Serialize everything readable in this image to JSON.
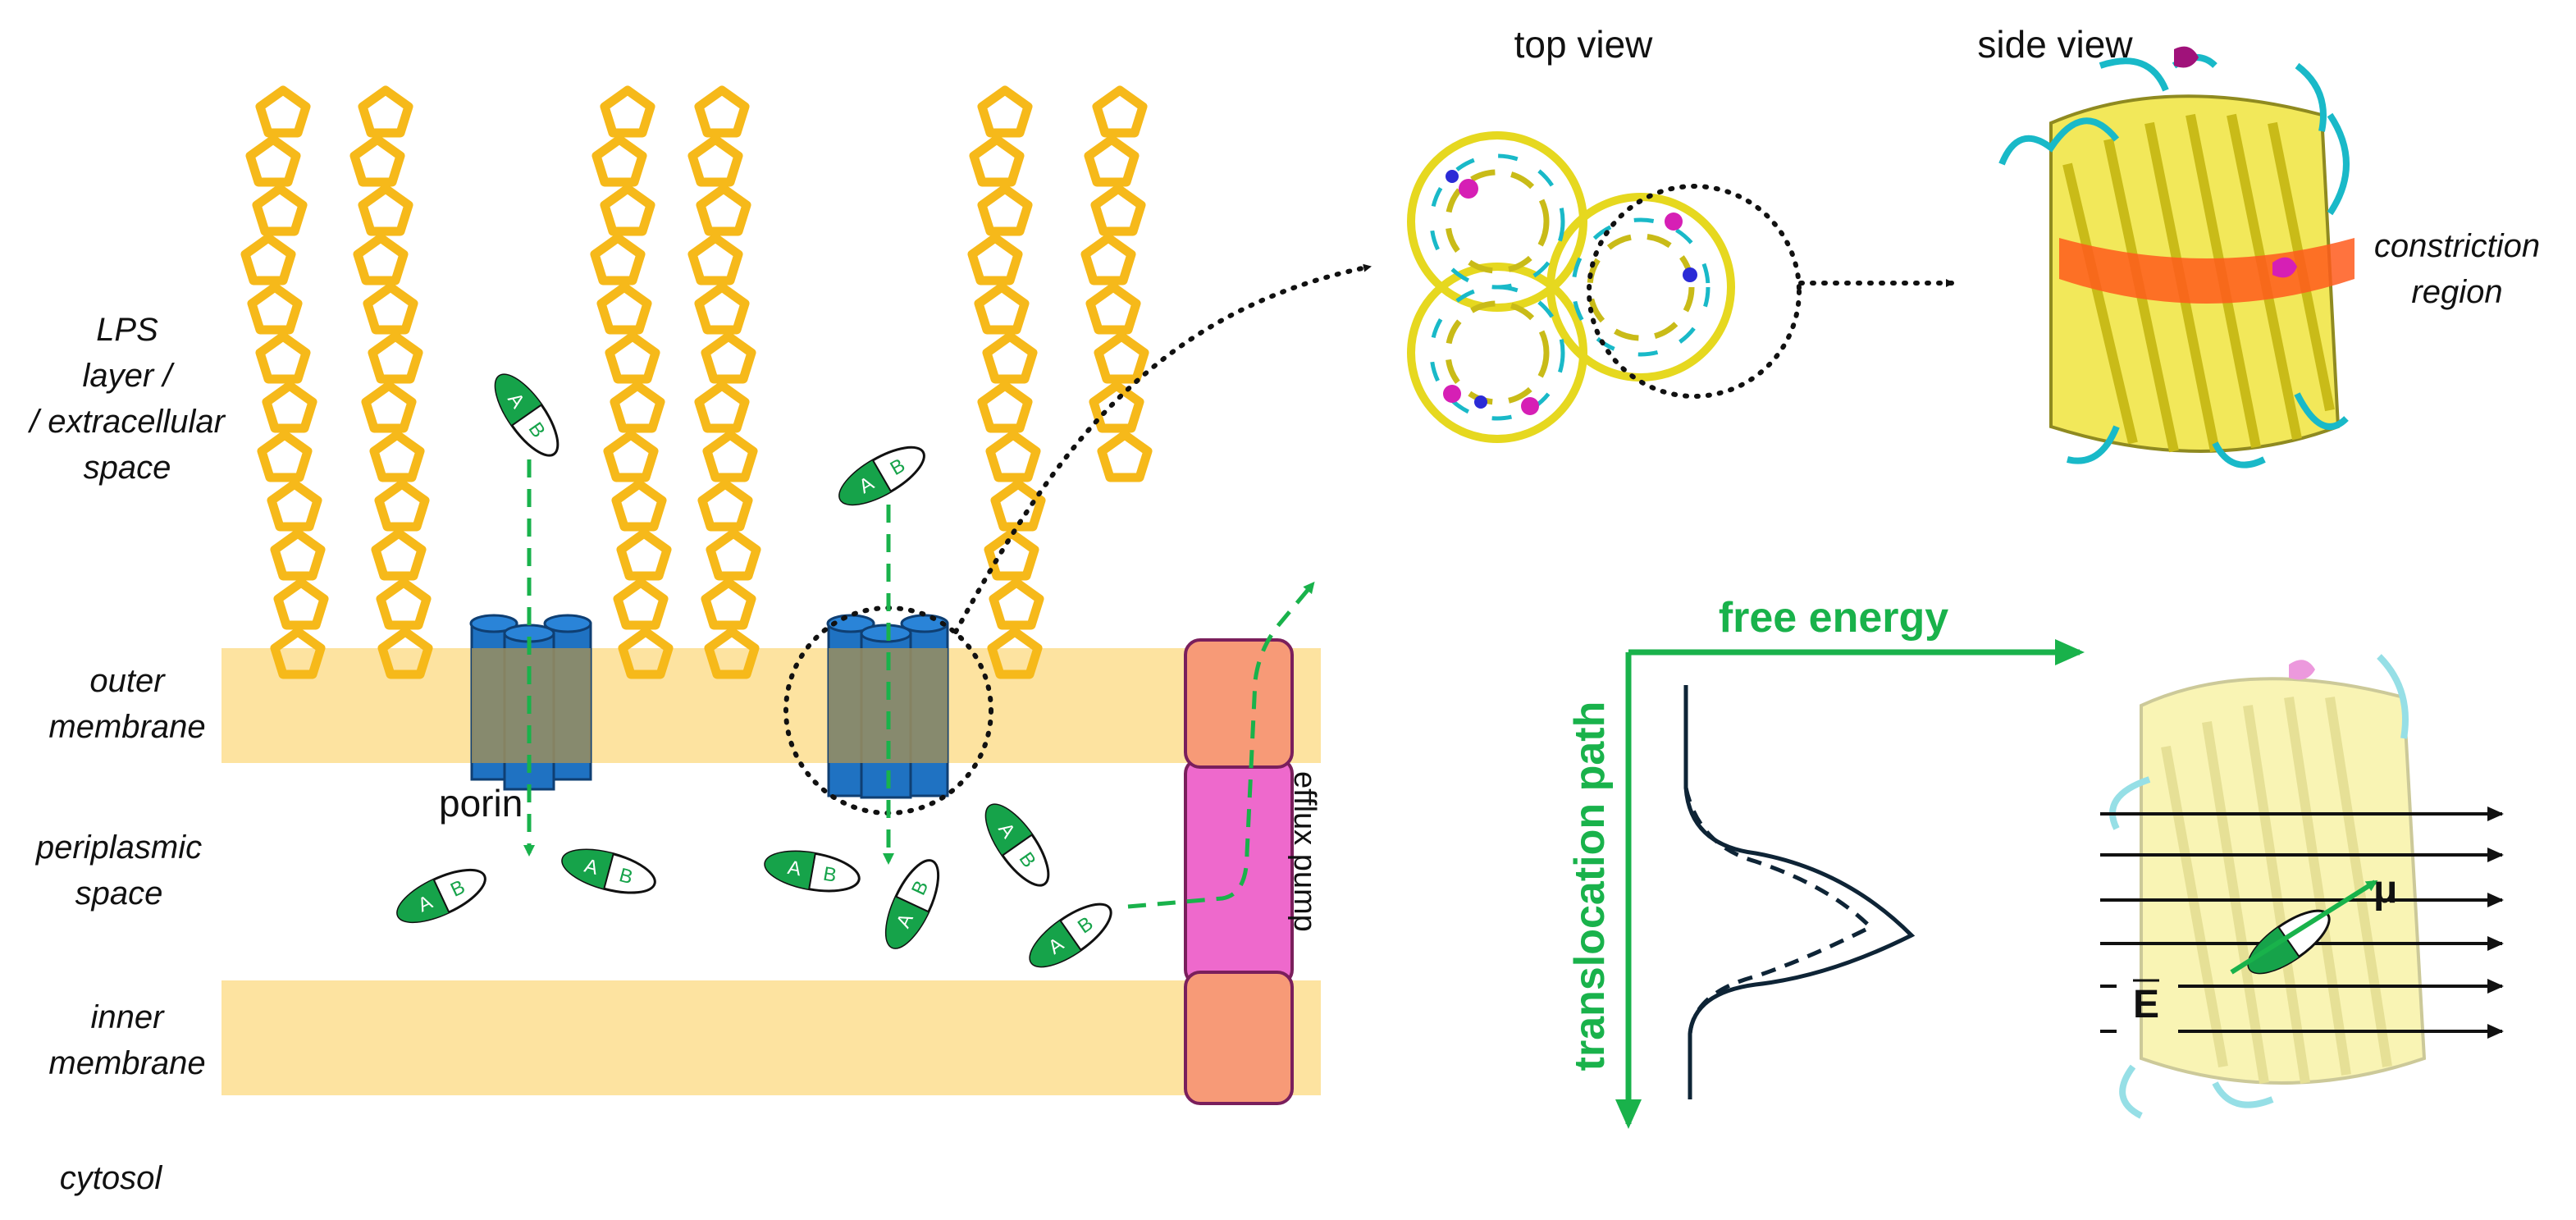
{
  "regions": {
    "lps": [
      "LPS",
      "layer /",
      "/ extracellular",
      "space"
    ],
    "outer_membrane": [
      "outer",
      "membrane"
    ],
    "periplasm": [
      "periplasmic",
      "space"
    ],
    "inner_membrane": [
      "inner",
      "membrane"
    ],
    "cytosol": "cytosol"
  },
  "labels": {
    "porin": "porin",
    "efflux_pump": "efflux pump",
    "top_view": "top view",
    "side_view": "side view",
    "constriction": [
      "constriction",
      "region"
    ],
    "molecule_a": "A",
    "molecule_b": "B"
  },
  "energy_panel": {
    "x_axis": "free energy",
    "y_axis": "translocation path",
    "field_symbol": "E",
    "dipole_symbol": "μ"
  },
  "colors": {
    "lps": "#f6b91a",
    "membrane": "#fde3a0",
    "porin": "#1f72c2",
    "porin_overlay": "#9a8e5f",
    "pump_magenta": "#ee69cc",
    "pump_salmon": "#f79a77",
    "molecule": "#16a34a",
    "arrow_green": "#19b24b",
    "protein_yellow": "#e6d81f",
    "protein_cyan": "#19b9c8",
    "constriction": "#ff5a1c"
  }
}
